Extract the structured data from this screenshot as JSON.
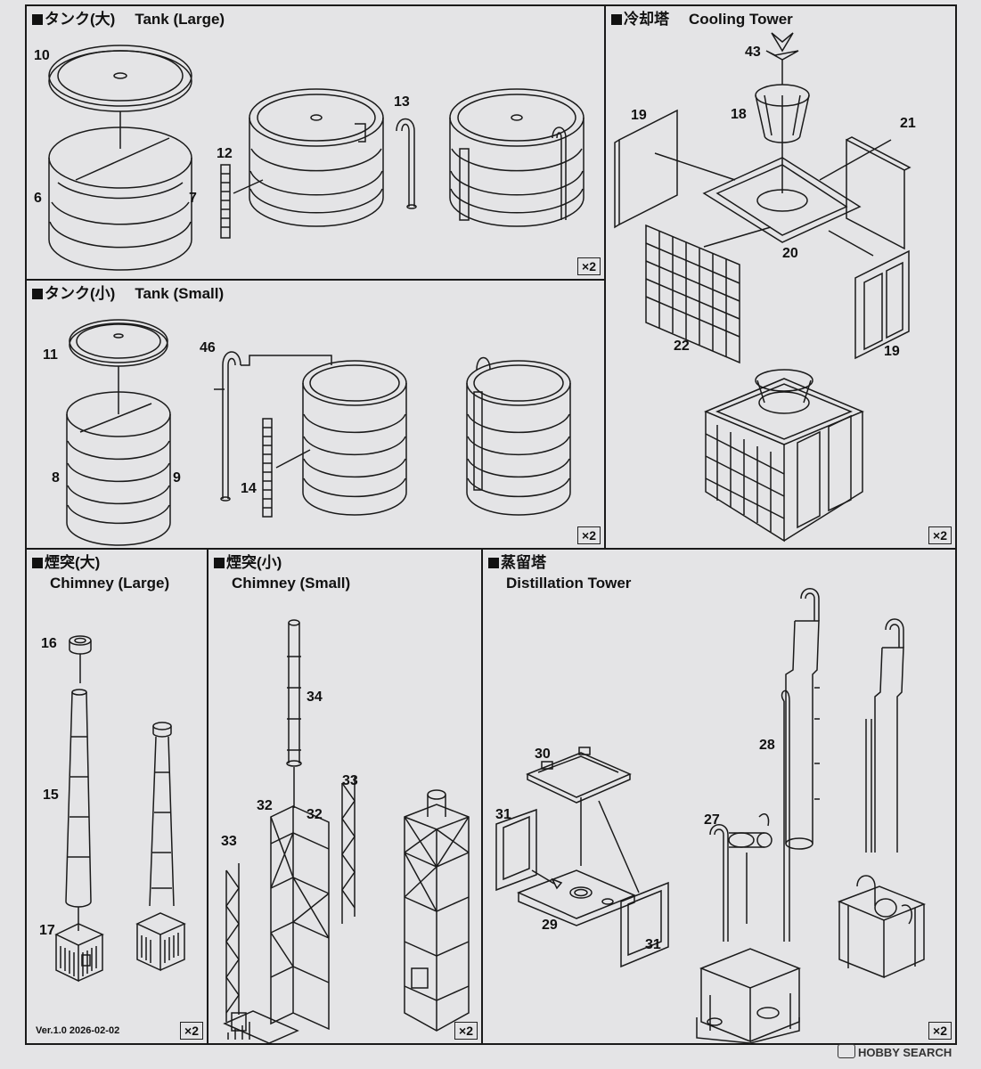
{
  "panels": {
    "tank_large": {
      "title_jp": "タンク(大)",
      "title_en": "Tank (Large)",
      "multiplier": "×2"
    },
    "cooling_tower": {
      "title_jp": "冷却塔",
      "title_en": "Cooling Tower",
      "multiplier": "×2"
    },
    "tank_small": {
      "title_jp": "タンク(小)",
      "title_en": "Tank (Small)",
      "multiplier": "×2"
    },
    "chimney_large": {
      "title_jp": "煙突(大)",
      "title_en": "Chimney (Large)",
      "multiplier": "×2"
    },
    "chimney_small": {
      "title_jp": "煙突(小)",
      "title_en": "Chimney (Small)",
      "multiplier": "×2"
    },
    "distillation_tower": {
      "title_jp": "蒸留塔",
      "title_en": "Distillation Tower",
      "multiplier": "×2"
    }
  },
  "part_numbers": {
    "p10": "10",
    "p6": "6",
    "p7": "7",
    "p12": "12",
    "p13": "13",
    "p43": "43",
    "p18": "18",
    "p19a": "19",
    "p21": "21",
    "p20": "20",
    "p22": "22",
    "p19b": "19",
    "p11": "11",
    "p8": "8",
    "p9": "9",
    "p46": "46",
    "p14": "14",
    "p16": "16",
    "p15": "15",
    "p17": "17",
    "p34": "34",
    "p32a": "32",
    "p33a": "33",
    "p32b": "32",
    "p33b": "33",
    "p30": "30",
    "p31a": "31",
    "p29": "29",
    "p31b": "31",
    "p28": "28",
    "p27": "27"
  },
  "version": "Ver.1.0 2026-02-02",
  "watermark": "HOBBY SEARCH"
}
